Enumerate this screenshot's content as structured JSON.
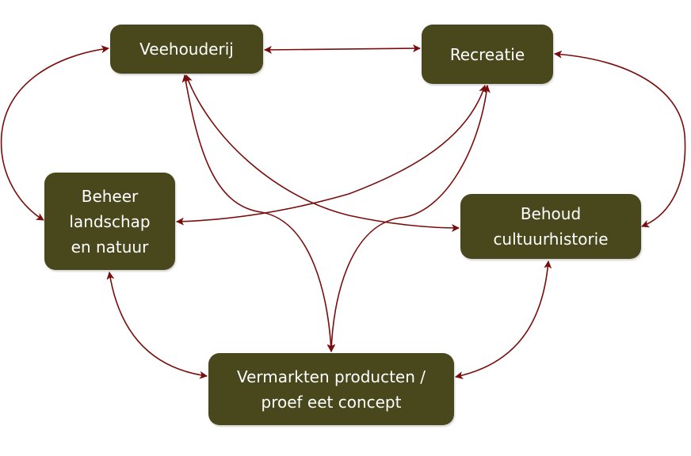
{
  "colors": {
    "box_fill": "#49481c",
    "box_text": "#ffffff",
    "arrow": "#7b0c0c"
  },
  "nodes": {
    "veehouderij": {
      "label": "Veehouderij"
    },
    "recreatie": {
      "label": "Recreatie"
    },
    "beheer": {
      "label": "Beheer\nlandschap\nen natuur"
    },
    "behoud": {
      "label": "Behoud\ncultuurhistorie"
    },
    "vermarkten": {
      "label": "Vermarkten producten /\nproef eet concept"
    }
  },
  "connections": [
    {
      "from": "veehouderij",
      "to": "recreatie",
      "bidirectional": true
    },
    {
      "from": "veehouderij",
      "to": "beheer",
      "bidirectional": true
    },
    {
      "from": "recreatie",
      "to": "behoud",
      "bidirectional": true
    },
    {
      "from": "beheer",
      "to": "vermarkten",
      "bidirectional": true
    },
    {
      "from": "behoud",
      "to": "vermarkten",
      "bidirectional": true
    },
    {
      "from": "veehouderij",
      "to": "vermarkten",
      "bidirectional": true
    },
    {
      "from": "recreatie",
      "to": "vermarkten",
      "bidirectional": true
    },
    {
      "from": "veehouderij",
      "to": "behoud",
      "bidirectional": true
    },
    {
      "from": "recreatie",
      "to": "beheer",
      "bidirectional": true
    }
  ]
}
